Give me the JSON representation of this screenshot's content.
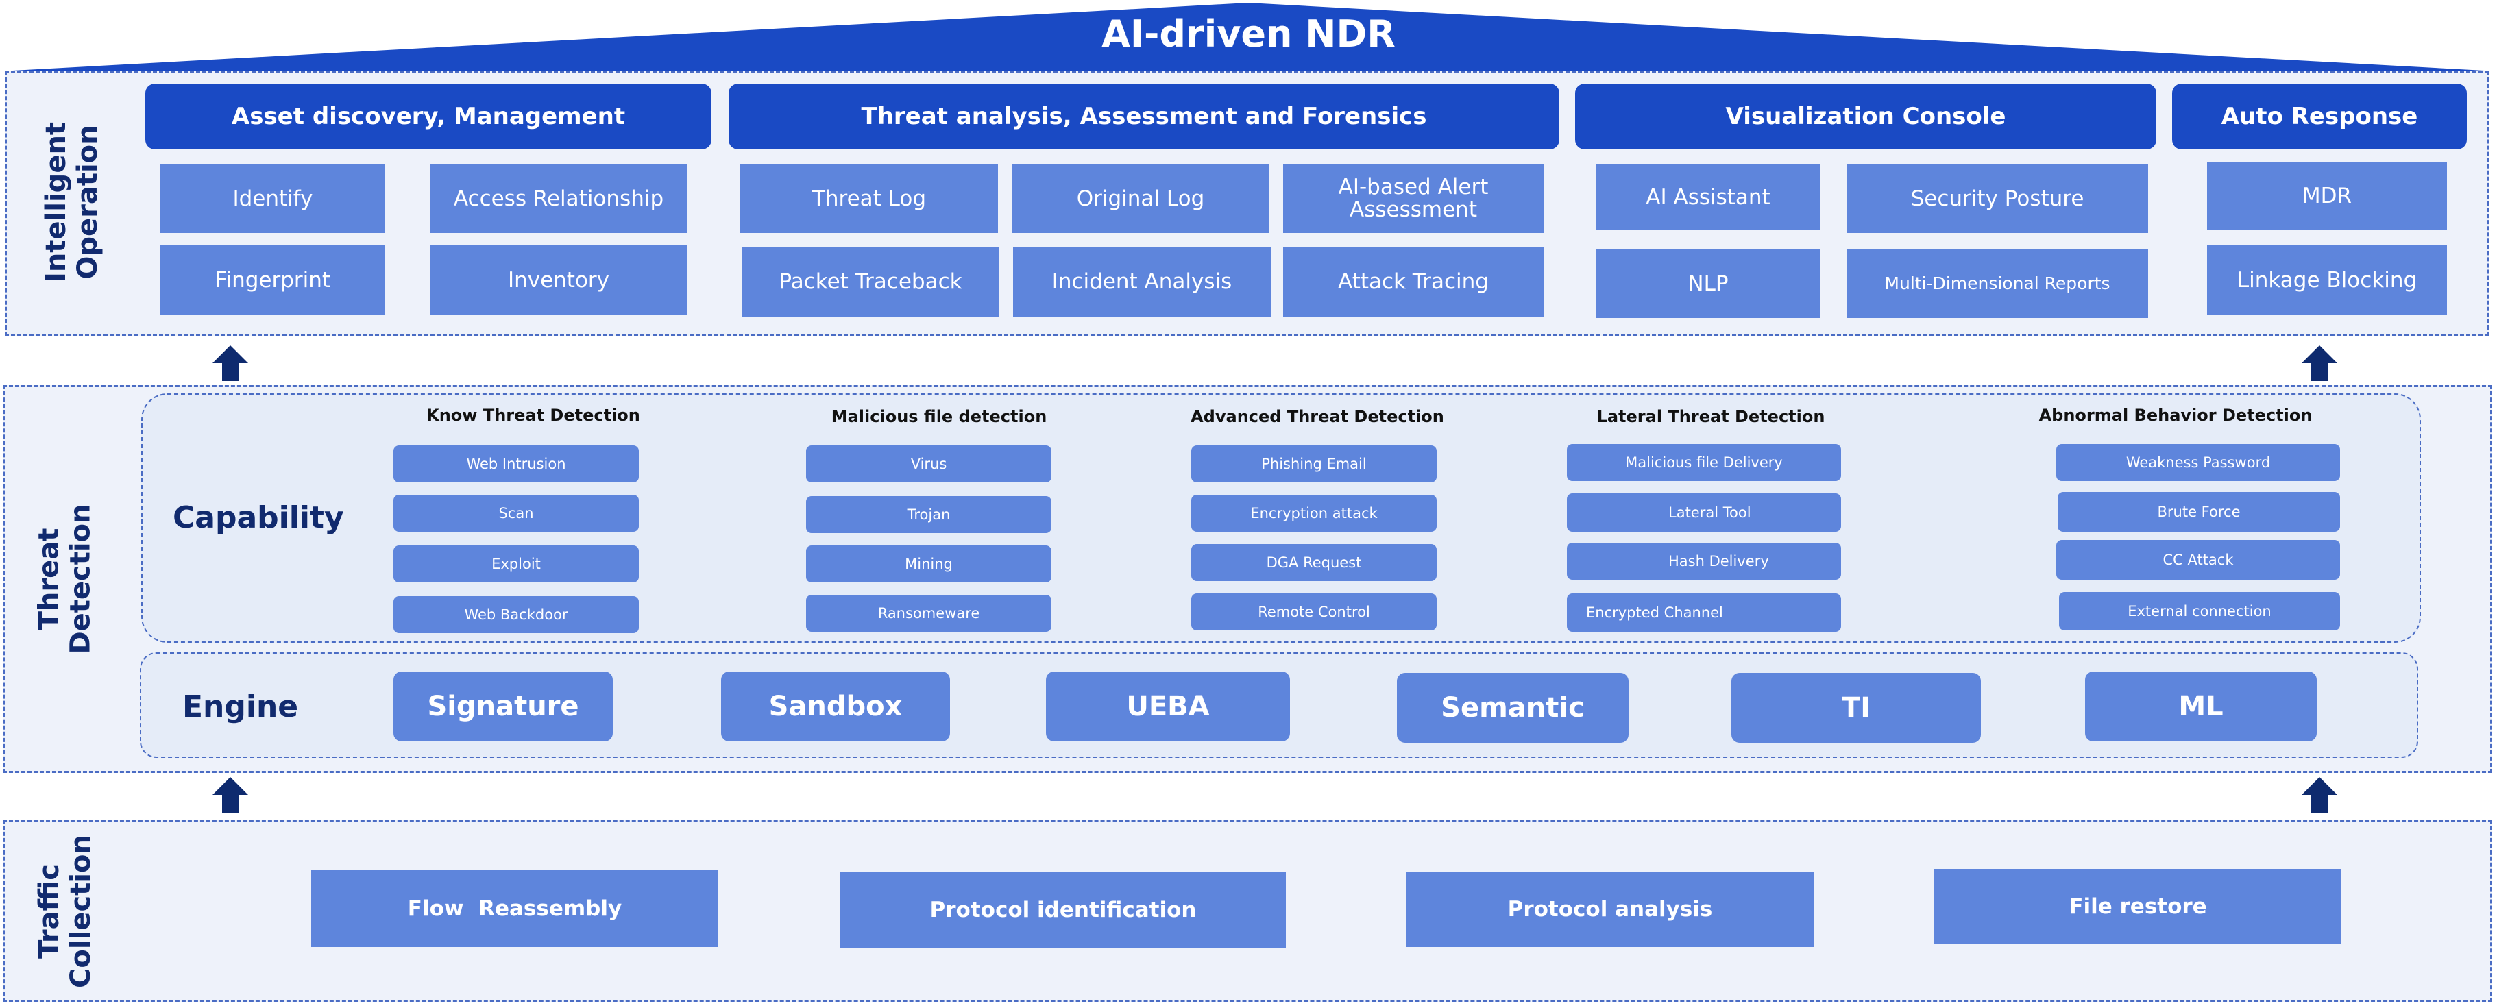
{
  "title": "AI-driven NDR",
  "colors": {
    "header": "#1a4ac4",
    "box": "#5e85dc",
    "band_bg": "#eef2fa",
    "label": "#112a6e"
  },
  "layers": {
    "intelligent_operation": "Intelligent\nOperation",
    "threat_detection": "Threat\nDetection",
    "traffic_collection": "Traffic\nCollection"
  },
  "operation": {
    "groups": [
      {
        "title": "Asset discovery, Management",
        "items": [
          "Identify",
          "Access Relationship",
          "Fingerprint",
          "Inventory"
        ]
      },
      {
        "title": "Threat analysis, Assessment and Forensics",
        "items": [
          "Threat Log",
          "Original Log",
          "AI-based Alert Assessment",
          "Packet Traceback",
          "Incident Analysis",
          "Attack Tracing"
        ]
      },
      {
        "title": "Visualization Console",
        "items": [
          "AI Assistant",
          "Security Posture",
          "NLP",
          "Multi-Dimensional Reports"
        ]
      },
      {
        "title": "Auto Response",
        "items": [
          "MDR",
          "Linkage Blocking"
        ]
      }
    ]
  },
  "capability": {
    "label": "Capability",
    "columns": [
      {
        "title": "Know Threat Detection",
        "items": [
          "Web Intrusion",
          "Scan",
          "Exploit",
          "Web Backdoor"
        ]
      },
      {
        "title": "Malicious file detection",
        "items": [
          "Virus",
          "Trojan",
          "Mining",
          "Ransomeware"
        ]
      },
      {
        "title": "Advanced Threat Detection",
        "items": [
          "Phishing Email",
          "Encryption attack",
          "DGA Request",
          "Remote Control"
        ]
      },
      {
        "title": "Lateral Threat Detection",
        "items": [
          "Malicious file Delivery",
          "Lateral Tool",
          "Hash Delivery",
          "Encrypted Channel"
        ]
      },
      {
        "title": "Abnormal Behavior Detection",
        "items": [
          "Weakness Password",
          "Brute Force",
          "CC Attack",
          "External connection"
        ]
      }
    ]
  },
  "engine": {
    "label": "Engine",
    "items": [
      "Signature",
      "Sandbox",
      "UEBA",
      "Semantic",
      "TI",
      "ML"
    ]
  },
  "traffic": {
    "items": [
      "Flow  Reassembly",
      "Protocol identification",
      "Protocol analysis",
      "File restore"
    ]
  }
}
